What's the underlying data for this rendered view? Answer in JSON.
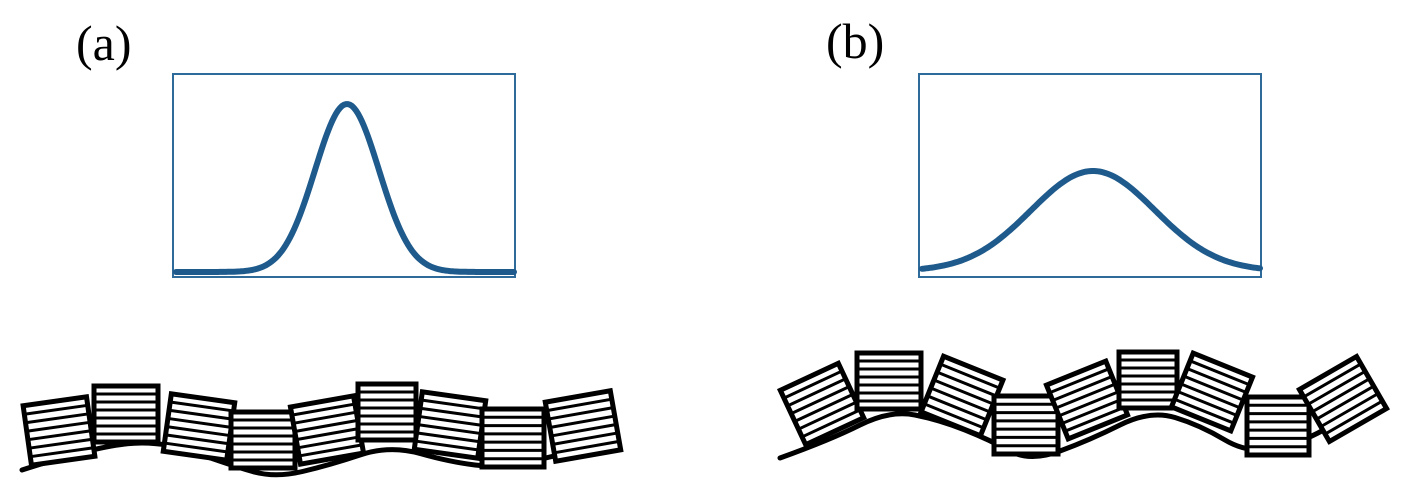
{
  "panels": [
    {
      "label": "(a)",
      "distribution": "narrow",
      "crystallites": 9
    },
    {
      "label": "(b)",
      "distribution": "broad",
      "crystallites": 9
    }
  ],
  "colors": {
    "curve": "#1f5a8c",
    "frame": "#2e6a9a",
    "ink": "#000000"
  }
}
